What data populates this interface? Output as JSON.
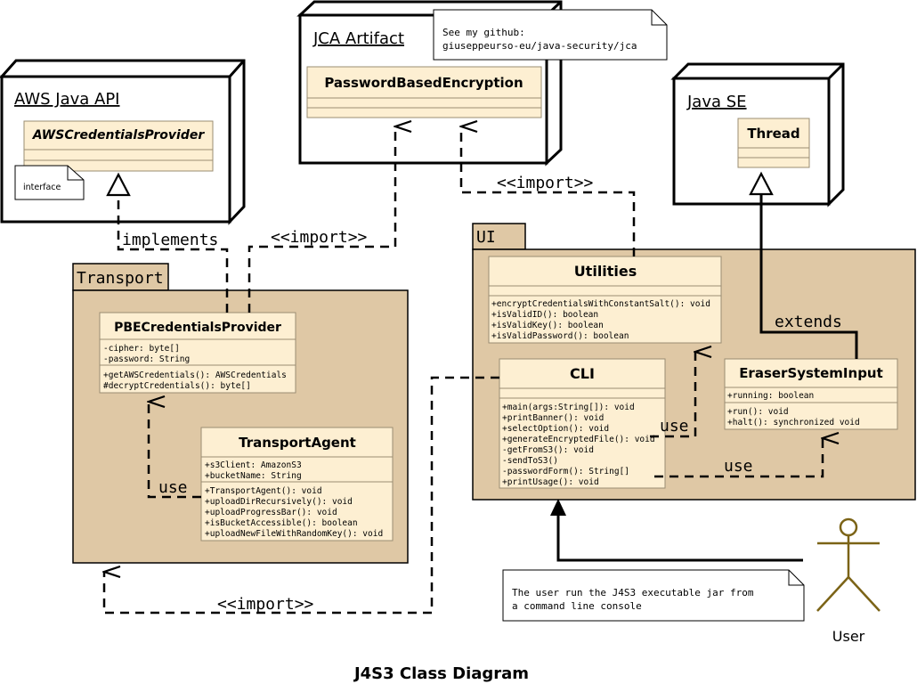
{
  "title": "J4S3 Class Diagram",
  "colors": {
    "package_fill": "#dfc8a5",
    "class_fill": "#fdefd2",
    "class_border": "#9a8c72",
    "actor": "#7b6316",
    "line": "#000000"
  },
  "nodes": {
    "aws": {
      "name": "AWS Java API"
    },
    "jca": {
      "name": "JCA Artifact"
    },
    "javase": {
      "name": "Java SE"
    }
  },
  "packages": {
    "transport": {
      "name": "Transport"
    },
    "ui": {
      "name": "UI"
    }
  },
  "classes": {
    "aws_provider": {
      "name": "AWSCredentialsProvider",
      "attributes": [],
      "methods": []
    },
    "pbe": {
      "name": "PasswordBasedEncryption",
      "attributes": [],
      "methods": []
    },
    "thread": {
      "name": "Thread",
      "attributes": [],
      "methods": []
    },
    "pbe_provider": {
      "name": "PBECredentialsProvider",
      "attributes": [
        "-cipher: byte[]",
        "-password: String"
      ],
      "methods": [
        "+getAWSCredentials(): AWSCredentials",
        "#decryptCredentials(): byte[]"
      ]
    },
    "transport_agent": {
      "name": "TransportAgent",
      "attributes": [
        "+s3Client: AmazonS3",
        "+bucketName: String"
      ],
      "methods": [
        "+TransportAgent(): void",
        "+uploadDirRecursively(): void",
        "+uploadProgressBar(): void",
        "+isBucketAccessible(): boolean",
        "+uploadNewFileWithRandomKey(): void"
      ]
    },
    "utilities": {
      "name": "Utilities",
      "attributes": [],
      "methods": [
        "+encryptCredentialsWithConstantSalt(): void",
        "+isValidID(): boolean",
        "+isValidKey(): boolean",
        "+isValidPassword(): boolean"
      ]
    },
    "cli": {
      "name": "CLI",
      "attributes": [],
      "methods": [
        "+main(args:String[]): void",
        "+printBanner(): void",
        "+selectOption(): void",
        "+generateEncryptedFile(): void",
        "-getFromS3(): void",
        "-sendToS3()",
        "-passwordForm(): String[]",
        "+printUsage(): void"
      ]
    },
    "eraser": {
      "name": "EraserSystemInput",
      "attributes": [
        "+running: boolean"
      ],
      "methods": [
        "+run(): void",
        "+halt(): synchronized void"
      ]
    }
  },
  "notes": {
    "interface_note": "interface",
    "github_line1": "See my github:",
    "github_line2": "giuseppeurso-eu/java-security/jca",
    "user_line1": "The user run the J4S3 executable jar from",
    "user_line2": "a command line console"
  },
  "actor": {
    "name": "User"
  },
  "relations": {
    "implements": "implements",
    "import_pbe": "<<import>>",
    "import_utils": "<<import>>",
    "import_transport": "<<import>>",
    "extends": "extends",
    "use_pbe": "use",
    "use_utils": "use",
    "use_eraser": "use"
  }
}
